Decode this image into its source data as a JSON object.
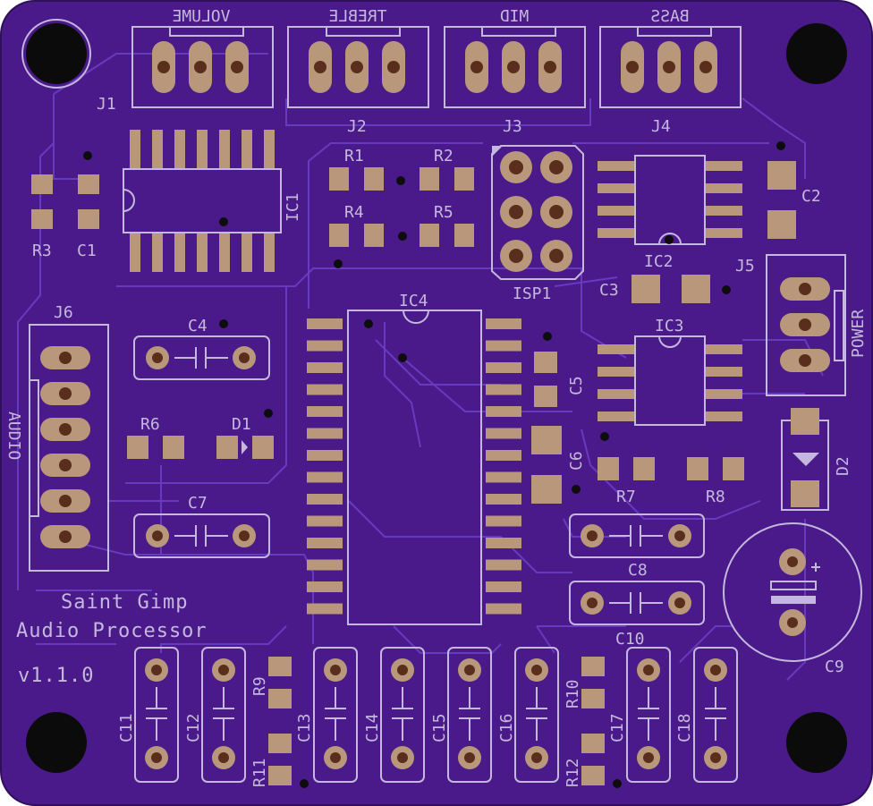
{
  "board": {
    "title_line1": "Saint Gimp",
    "title_line2": "Audio Processor",
    "version": "v1.1.0"
  },
  "silkscreen": {
    "volume": "VOLUME",
    "treble": "TREBLE",
    "mid": "MID",
    "bass": "BASS",
    "power": "POWER",
    "audio": "AUDIO"
  },
  "designators": {
    "J1": "J1",
    "J2": "J2",
    "J3": "J3",
    "J4": "J4",
    "J5": "J5",
    "J6": "J6",
    "IC1": "IC1",
    "IC2": "IC2",
    "IC3": "IC3",
    "IC4": "IC4",
    "ISP1": "ISP1",
    "R1": "R1",
    "R2": "R2",
    "R3": "R3",
    "R4": "R4",
    "R5": "R5",
    "R6": "R6",
    "R7": "R7",
    "R8": "R8",
    "R9": "R9",
    "R10": "R10",
    "R11": "R11",
    "R12": "R12",
    "C1": "C1",
    "C2": "C2",
    "C3": "C3",
    "C4": "C4",
    "C5": "C5",
    "C6": "C6",
    "C7": "C7",
    "C8": "C8",
    "C9": "C9",
    "C10": "C10",
    "C11": "C11",
    "C12": "C12",
    "C13": "C13",
    "C14": "C14",
    "C15": "C15",
    "C16": "C16",
    "C17": "C17",
    "C18": "C18",
    "D1": "D1",
    "D2": "D2"
  },
  "colors": {
    "board": "#4b1a8a",
    "board_edge": "#2f0f5c",
    "silkscreen": "#c4b8dc",
    "copper_pad": "#b8977a",
    "drill": "#0d0d0d"
  }
}
